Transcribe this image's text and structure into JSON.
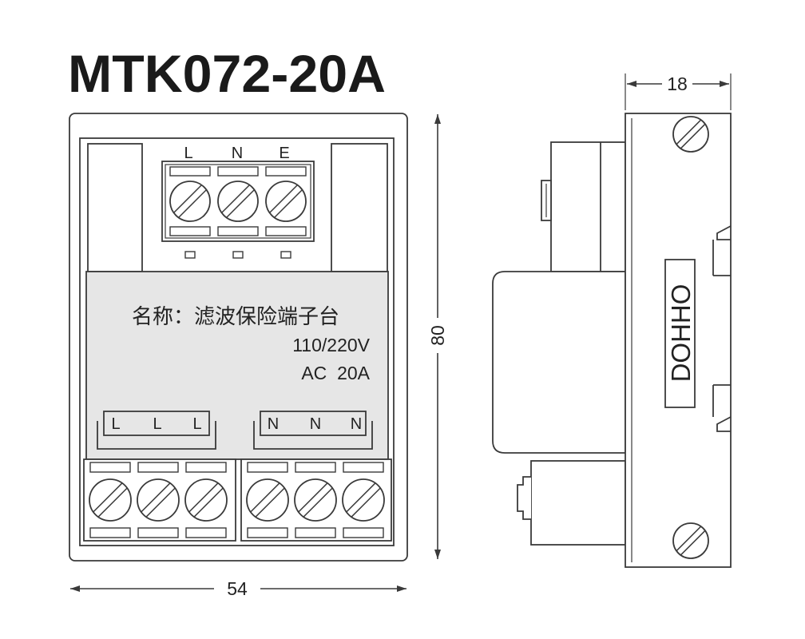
{
  "title": "MTK072-20A",
  "front_view": {
    "input_terminals": [
      "L",
      "N",
      "E"
    ],
    "nameplate": {
      "name_line": "名称：滤波保险端子台",
      "voltage": "110/220V",
      "rating": "AC  20A"
    },
    "output_groups": [
      {
        "labels": [
          "L",
          "L",
          "L"
        ]
      },
      {
        "labels": [
          "N",
          "N",
          "N"
        ]
      }
    ]
  },
  "side_view": {
    "brand_label": "DOHHO"
  },
  "dimensions": {
    "height": "80",
    "width": "54",
    "depth": "18"
  },
  "colors": {
    "line": "#3a3a3a",
    "panel_fill": "#e6e6e6",
    "title_text": "#1a1a1a",
    "background": "#ffffff"
  }
}
